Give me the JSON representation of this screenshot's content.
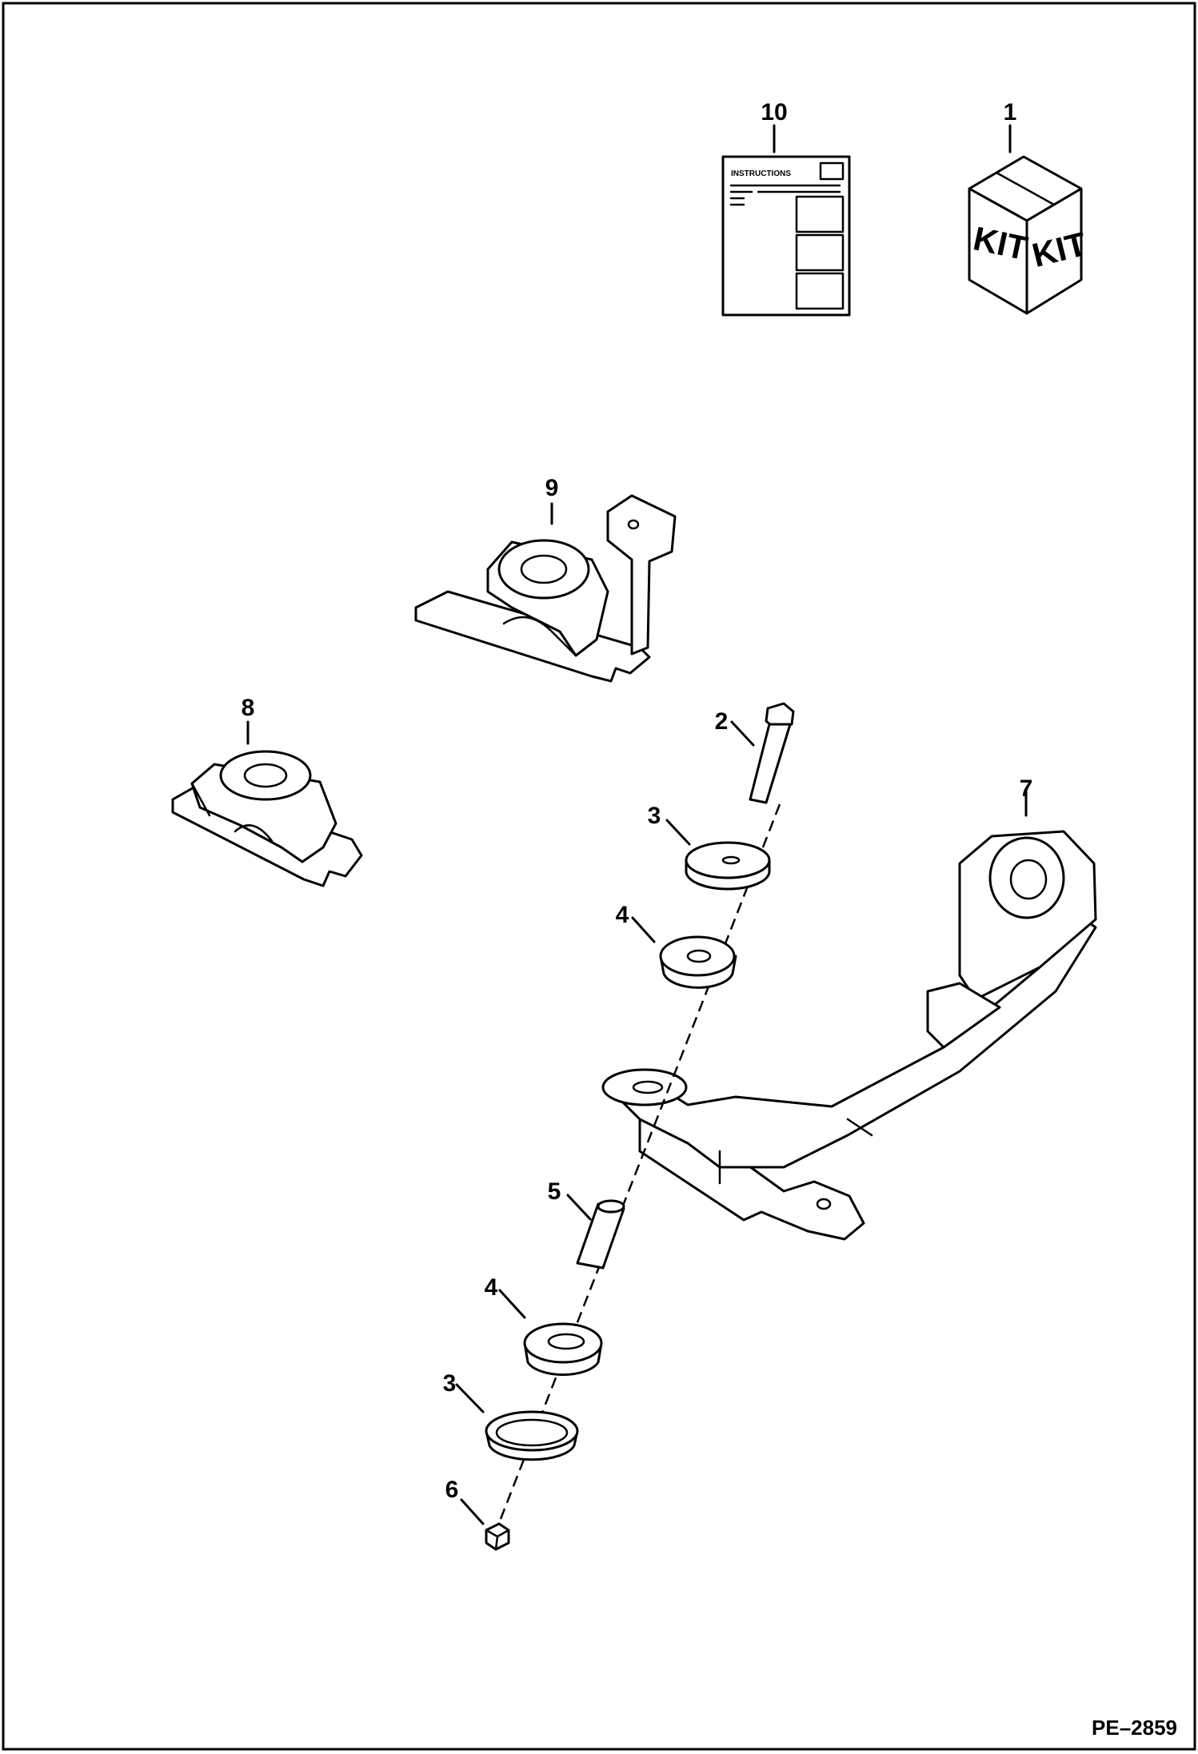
{
  "diagram": {
    "document_id": "PE–2859",
    "callouts": {
      "kit": "1",
      "bolt": "2",
      "washer_top": "3",
      "bushing_top": "4",
      "spacer": "5",
      "nut": "6",
      "bracket_main": "7",
      "mount_left": "8",
      "mount_upper": "9",
      "instructions": "10",
      "bushing_bottom": "4",
      "washer_bottom": "3"
    },
    "instructions_heading": "INSTRUCTIONS",
    "kit_box_label_left": "KIT",
    "kit_box_label_right": "KIT"
  }
}
